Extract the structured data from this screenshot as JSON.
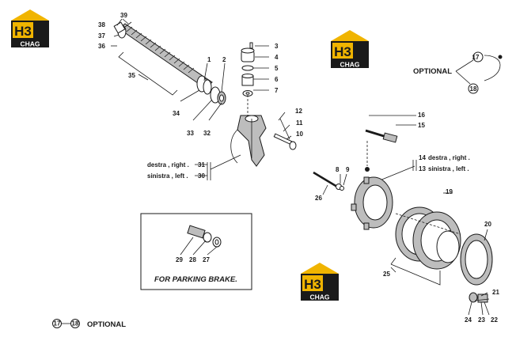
{
  "logo": {
    "text_top": "H3",
    "text_bottom": "CHAG",
    "colors": {
      "roof": "#f0b400",
      "box": "#1a1a1a",
      "accent": "#f0b400"
    }
  },
  "callouts": {
    "n1": "1",
    "n2": "2",
    "n3": "3",
    "n4": "4",
    "n5": "5",
    "n6": "6",
    "n7": "7",
    "n8": "8",
    "n9": "9",
    "n10": "10",
    "n11": "11",
    "n12": "12",
    "n13": "13",
    "n14": "14",
    "n15": "15",
    "n16": "16",
    "n17": "17",
    "n18": "18",
    "n19": "19",
    "n20": "20",
    "n21": "21",
    "n22": "22",
    "n23": "23",
    "n24": "24",
    "n25": "25",
    "n26": "26",
    "n27": "27",
    "n28": "28",
    "n29": "29",
    "n30": "30",
    "n31": "31",
    "n32": "32",
    "n33": "33",
    "n34": "34",
    "n35": "35",
    "n36": "36",
    "n37": "37",
    "n38": "38",
    "n39": "39"
  },
  "labels": {
    "right_31": "destra , right .",
    "left_30": "sinistra , left .",
    "right_14": "destra , right .",
    "left_13": "sinistra , left .",
    "optional_top": "OPTIONAL",
    "optional_bottom": "OPTIONAL",
    "parking_brake": "FOR PARKING BRAKE."
  }
}
